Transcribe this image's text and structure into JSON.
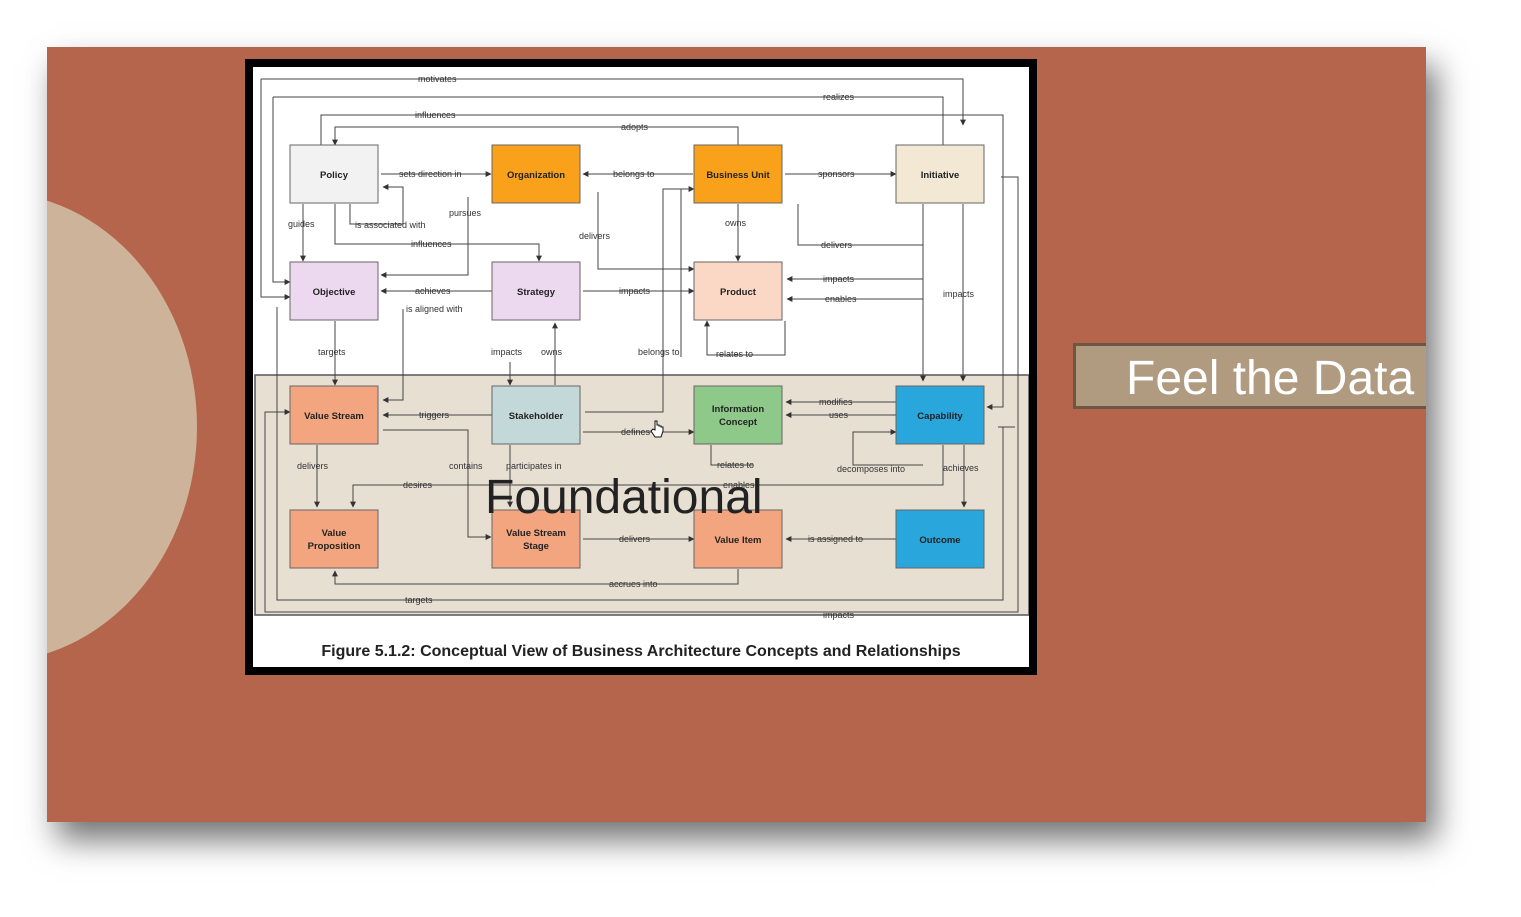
{
  "slide": {
    "banner_text": "Feel the Data",
    "overlay_text": "Foundational"
  },
  "figure": {
    "caption": "Figure 5.1.2: Conceptual View of Business Architecture Concepts and Relationships",
    "nodes": {
      "policy": "Policy",
      "organization": "Organization",
      "business_unit": "Business Unit",
      "initiative": "Initiative",
      "objective": "Objective",
      "strategy": "Strategy",
      "product": "Product",
      "value_stream": "Value Stream",
      "stakeholder": "Stakeholder",
      "information_concept_1": "Information",
      "information_concept_2": "Concept",
      "capability": "Capability",
      "value_proposition_1": "Value",
      "value_proposition_2": "Proposition",
      "value_stream_stage_1": "Value Stream",
      "value_stream_stage_2": "Stage",
      "value_item": "Value Item",
      "outcome": "Outcome"
    },
    "relations": {
      "motivates": "motivates",
      "realizes": "realizes",
      "influences_top": "influences",
      "adopts": "adopts",
      "sets_direction_in": "sets direction in",
      "belongs_to_top": "belongs to",
      "sponsors": "sponsors",
      "guides": "guides",
      "is_associated_with": "is associated with",
      "pursues": "pursues",
      "delivers_org": "delivers",
      "owns_bu": "owns",
      "delivers_bu": "delivers",
      "influences_mid": "influences",
      "achieves_obj": "achieves",
      "impacts_strategy": "impacts",
      "impacts_product": "impacts",
      "enables_product": "enables",
      "impacts_init": "impacts",
      "is_aligned_with": "is aligned with",
      "targets_obj": "targets",
      "impacts_sh": "impacts",
      "owns_sh": "owns",
      "belongs_to_mid": "belongs to",
      "relates_to_product": "relates to",
      "triggers": "triggers",
      "defines": "defines",
      "modifies": "modifies",
      "uses": "uses",
      "delivers_vs": "delivers",
      "contains": "contains",
      "participates_in": "participates in",
      "relates_to_info": "relates to",
      "decomposes_into": "decomposes into",
      "achieves_cap": "achieves",
      "desires": "desires",
      "enables_low": "enables",
      "delivers_stage": "delivers",
      "is_assigned_to": "is assigned to",
      "accrues_into": "accrues into",
      "targets_low": "targets",
      "impacts_bottom": "impacts"
    }
  },
  "colors": {
    "slide_bg": "#b5654b",
    "policy": "#f2f2f2",
    "organization": "#f9a11b",
    "business_unit": "#f9a11b",
    "initiative": "#f3e8d4",
    "objective": "#ecd9ef",
    "strategy": "#ecd9ef",
    "product": "#fbd8c6",
    "value_stream": "#f2a57e",
    "stakeholder": "#c2d8d9",
    "information_concept": "#8fc98a",
    "capability": "#29a6db",
    "value_proposition": "#f2a57e",
    "value_stream_stage": "#f2a57e",
    "value_item": "#f2a57e",
    "outcome": "#29a6db"
  }
}
